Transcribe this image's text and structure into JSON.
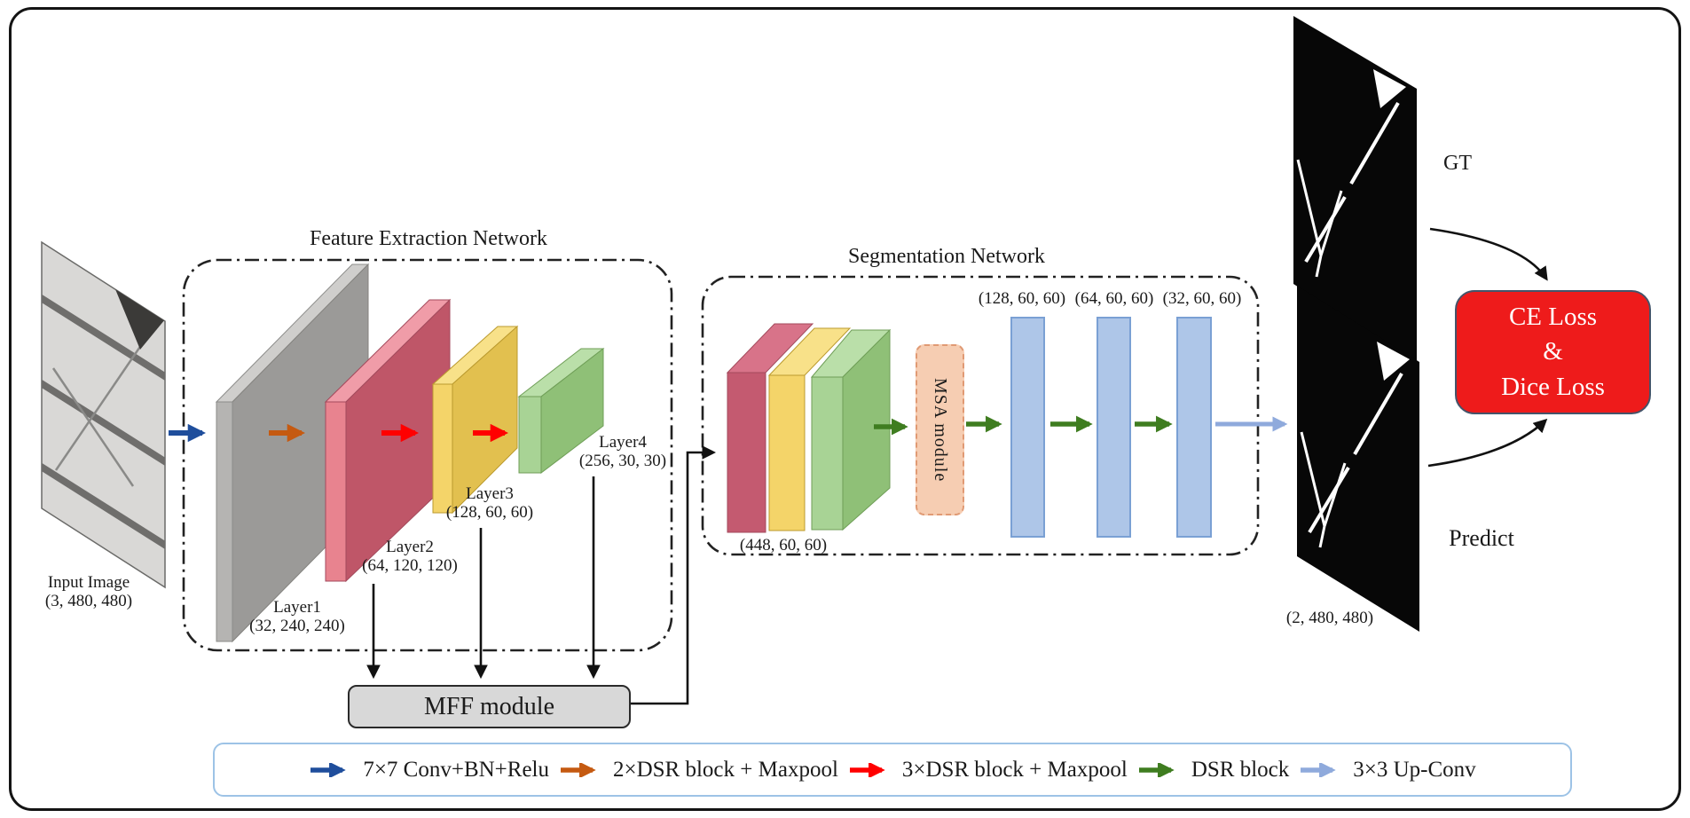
{
  "figure": {
    "input": {
      "label": "Input Image",
      "dims": "(3, 480, 480)"
    },
    "feature_network": {
      "title": "Feature Extraction Network",
      "layers": [
        {
          "name": "Layer1",
          "dims": "(32, 240, 240)",
          "color": "#9b9a98"
        },
        {
          "name": "Layer2",
          "dims": "(64, 120, 120)",
          "color": "#bf5668"
        },
        {
          "name": "Layer3",
          "dims": "(128, 60, 60)",
          "color": "#e2c04f"
        },
        {
          "name": "Layer4",
          "dims": "(256, 30, 30)",
          "color": "#8fc077"
        }
      ]
    },
    "mff": {
      "label": "MFF module"
    },
    "segmentation_network": {
      "title": "Segmentation Network",
      "stack_dims": "(448, 60, 60)",
      "msa": {
        "label": "MSA module"
      },
      "up_blocks": [
        {
          "dims": "(128, 60, 60)"
        },
        {
          "dims": "(64, 60, 60)"
        },
        {
          "dims": "(32, 60, 60)"
        }
      ],
      "bar_color": "#aec6e8"
    },
    "outputs": {
      "gt_label": "GT",
      "predict_label": "Predict",
      "dims": "(2, 480, 480)"
    },
    "loss": {
      "line1": "CE Loss",
      "line2": "&",
      "line3": "Dice Loss",
      "color": "#ee1b1b"
    },
    "legend": {
      "items": [
        {
          "label": "7×7 Conv+BN+Relu",
          "color": "#1f4e9c"
        },
        {
          "label": "2×DSR block + Maxpool",
          "color": "#c55a11"
        },
        {
          "label": "3×DSR block + Maxpool",
          "color": "#ff0000"
        },
        {
          "label": "DSR block",
          "color": "#3f7d20"
        },
        {
          "label": "3×3 Up-Conv",
          "color": "#8faadc"
        }
      ]
    }
  }
}
